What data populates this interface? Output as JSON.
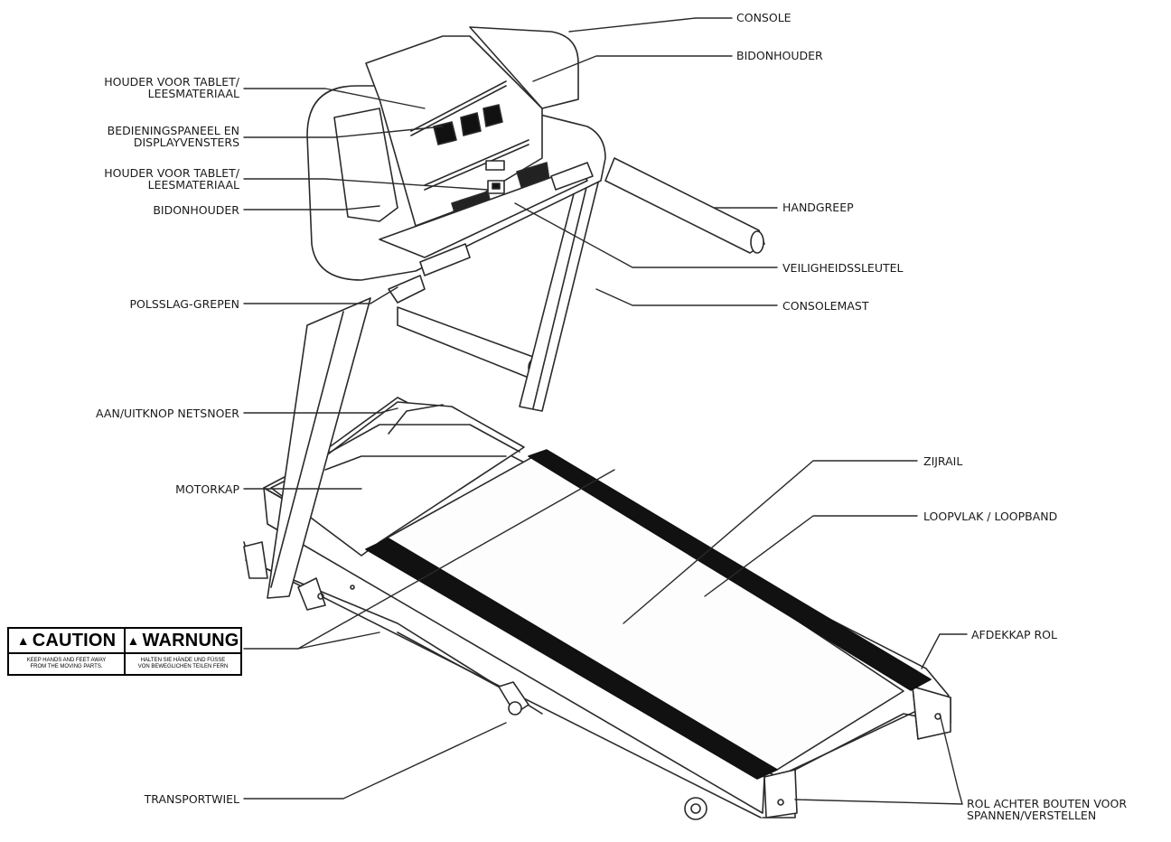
{
  "diagram": {
    "labels": {
      "console": "CONSOLE",
      "bottle_holder_top": "BIDONHOUDER",
      "tablet_holder_1": [
        "HOUDER VOOR TABLET/",
        "LEESMATERIAAL"
      ],
      "control_panel": [
        "BEDIENINGSPANEEL EN",
        "DISPLAYVENSTERS"
      ],
      "tablet_holder_2": [
        "HOUDER VOOR TABLET/",
        "LEESMATERIAAL"
      ],
      "bottle_holder_left": "BIDONHOUDER",
      "handlebar": "HANDGREEP",
      "safety_key": "VEILIGHEIDSSLEUTEL",
      "pulse_grips": "POLSSLAG-GREPEN",
      "console_mast": "CONSOLEMAST",
      "power_switch": "AAN/UITKNOP NETSNOER",
      "side_rail": "ZIJRAIL",
      "motor_hood": "MOTORKAP",
      "deck_belt": "LOOPVLAK / LOOPBAND",
      "roller_cap": "AFDEKKAP ROL",
      "transport_wheel": "TRANSPORTWIEL",
      "rear_roller_bolts": [
        "ROL ACHTER BOUTEN VOOR",
        "SPANNEN/VERSTELLEN"
      ]
    },
    "warning_sticker": {
      "caution_title": "CAUTION",
      "caution_text": [
        "KEEP HANDS AND FEET AWAY",
        "FROM THE MOVING PARTS."
      ],
      "warnung_title": "WARNUNG",
      "warnung_text": [
        "HALTEN SIE HÄNDE UND FÜSSE",
        "VON BEWEGLICHEN TEILEN FERN"
      ],
      "icon": "warning-triangle-icon"
    }
  }
}
